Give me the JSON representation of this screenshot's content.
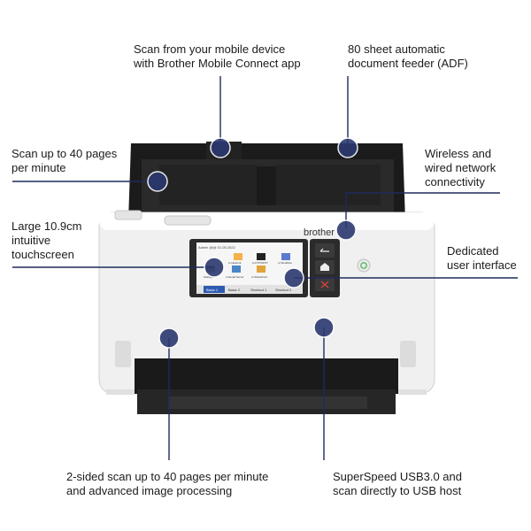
{
  "brand": {
    "logo_text": "brother"
  },
  "touchscreen": {
    "status_text": "Admin  @@  01.05.2022",
    "icons": [
      "to Network",
      "to FTP/SFTP",
      "to Workflow",
      "Settings",
      "to Email Server",
      "to SharePoint"
    ],
    "tabs": [
      "Basic 1",
      "Basic 2",
      "Shortcut 1",
      "Shortcut 2"
    ]
  },
  "callouts": {
    "mobile": [
      "Scan from your mobile device",
      "with Brother Mobile Connect app"
    ],
    "adf": [
      "80 sheet automatic",
      "document feeder (ADF)"
    ],
    "speed": [
      "Scan up to 40 pages",
      "per minute"
    ],
    "network": [
      "Wireless and",
      "wired network",
      "connectivity"
    ],
    "touchscreen": [
      "Large 10.9cm",
      "intuitive",
      "touchscreen"
    ],
    "interface": [
      "Dedicated",
      "user interface"
    ],
    "duplex": [
      "2-sided scan up to 40 pages per minute",
      "and advanced image processing"
    ],
    "usb": [
      "SuperSpeed USB3.0 and",
      "scan directly to USB host"
    ]
  },
  "colors": {
    "accent": "#1f2a5c",
    "scanner_body": "#f2f2f2",
    "tray": "#1a1a1a",
    "power_led": "#3cb04a"
  }
}
